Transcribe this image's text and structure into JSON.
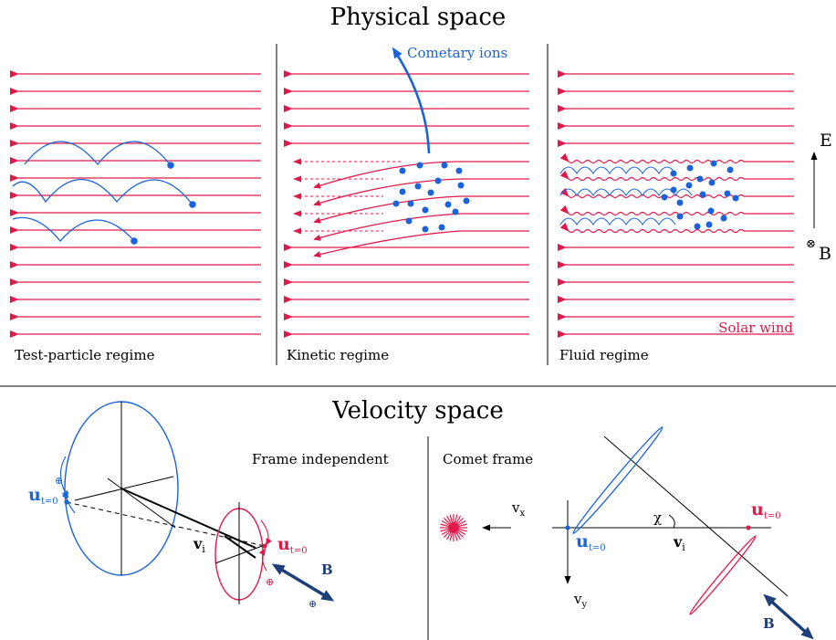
{
  "colors": {
    "solar_wind": "#e0194a",
    "ions": "#1a63d8",
    "axis": "#000000",
    "b_vector": "#1f3f7a"
  },
  "top": {
    "title": "Physical space",
    "panels": [
      {
        "label": "Test-particle regime"
      },
      {
        "label": "Kinetic regime",
        "annotation": "Cometary ions"
      },
      {
        "label": "Fluid regime",
        "annotation": "Solar wind"
      }
    ],
    "field_labels": {
      "e": "E",
      "b_symbol": "⊗",
      "b": "B"
    }
  },
  "bottom": {
    "title": "Velocity space",
    "left": {
      "caption": "Frame independent",
      "u_blue": "u",
      "u_blue_sub": "t=0",
      "u_red": "u",
      "u_red_sub": "t=0",
      "v": "v",
      "v_sub": "i",
      "b": "B",
      "dot_symbol": "⊕"
    },
    "right": {
      "caption": "Comet frame",
      "vx": "v",
      "vx_sub": "x",
      "vy": "v",
      "vy_sub": "y",
      "chi": "χ",
      "u_blue": "u",
      "u_blue_sub": "t=0",
      "u_red": "u",
      "u_red_sub": "t=0",
      "v": "v",
      "v_sub": "i",
      "b": "B"
    }
  }
}
